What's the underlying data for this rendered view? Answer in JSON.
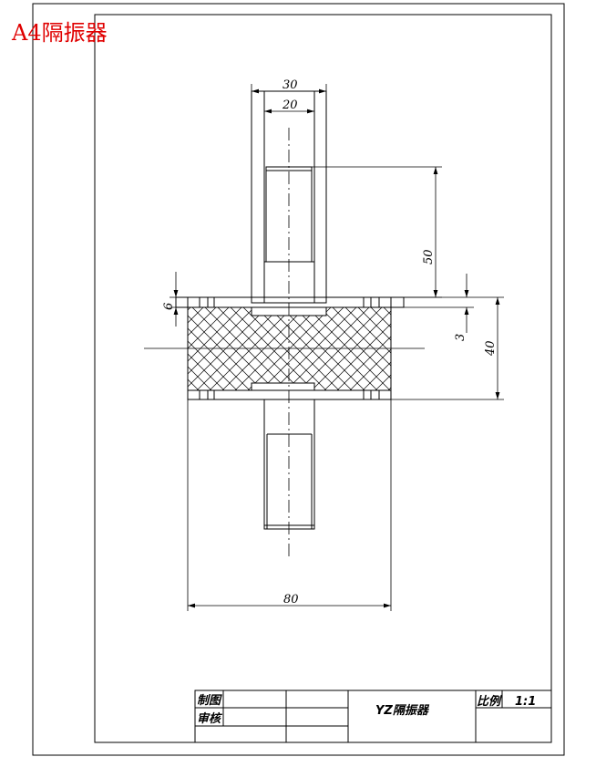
{
  "header": {
    "title": "A4隔振器",
    "color": "#e00000"
  },
  "dimensions": {
    "outer_width_top": "30",
    "inner_width_top": "20",
    "thread_length": "50",
    "flange_thickness": "6",
    "offset": "3",
    "total_height": "40",
    "body_width": "80"
  },
  "title_block": {
    "drawn_by_label": "制图",
    "checked_by_label": "审核",
    "part_name": "YZ隔振器",
    "scale_label": "比例",
    "scale_value": "1:1"
  }
}
